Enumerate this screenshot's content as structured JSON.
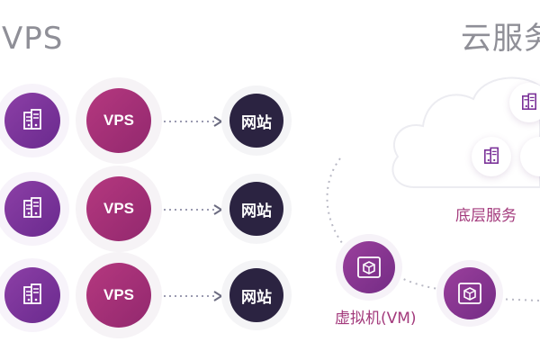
{
  "left": {
    "title": "VPS",
    "rows": [
      {
        "vps_label": "VPS",
        "site_label": "网站"
      },
      {
        "vps_label": "VPS",
        "site_label": "网站"
      },
      {
        "vps_label": "VPS",
        "site_label": "网站"
      }
    ]
  },
  "right": {
    "title": "云服务",
    "cloud_label": "底层服务",
    "vm_label": "虚拟机(VM)"
  },
  "colors": {
    "server_purple": "#7a3198",
    "vps_magenta": "#a3327a",
    "site_dark": "#2b2341",
    "label_magenta": "#a33a7c",
    "heading_gray": "#8f8f97"
  },
  "icons": [
    "server-icon",
    "arrow-right-icon",
    "cloud-icon",
    "vm-box-icon"
  ]
}
